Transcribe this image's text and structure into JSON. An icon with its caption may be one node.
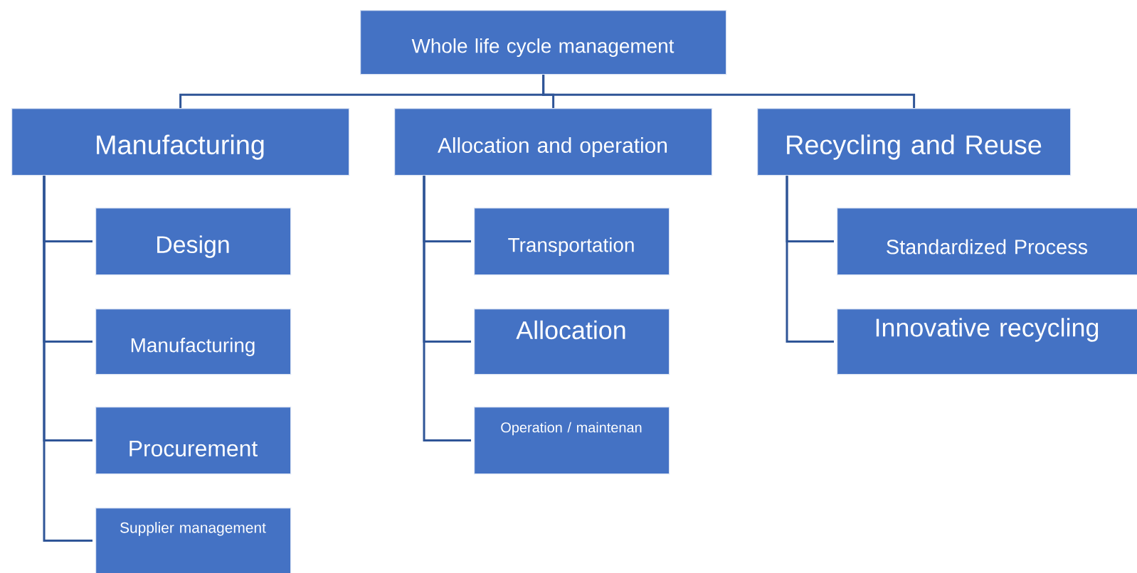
{
  "diagram": {
    "nodes": [
      {
        "text": [
          "Whole life cycle management"
        ]
      },
      {
        "text": [
          "Manufacturing"
        ]
      },
      {
        "text": [
          "Allocation and operation"
        ]
      },
      {
        "text": [
          "Recycling and Reuse"
        ]
      },
      {
        "text": [
          "Design"
        ]
      },
      {
        "text": [
          "Manufacturing"
        ]
      },
      {
        "text": [
          "Procurement"
        ]
      },
      {
        "text": [
          "Supplier management"
        ]
      },
      {
        "text": [
          "Transportation"
        ]
      },
      {
        "text": [
          "Allocation"
        ]
      },
      {
        "text": [
          "Operation / maintenan"
        ]
      },
      {
        "text": [
          "Standardized Process"
        ]
      },
      {
        "text": [
          "Innovative recycling"
        ]
      }
    ],
    "edges": [
      {
        "from": 0,
        "to": 1,
        "arrow": "none"
      },
      {
        "from": 0,
        "to": 2,
        "arrow": "none"
      },
      {
        "from": 0,
        "to": 3,
        "arrow": "none"
      },
      {
        "from": 1,
        "to": 4,
        "arrow": "none"
      },
      {
        "from": 1,
        "to": 5,
        "arrow": "none"
      },
      {
        "from": 1,
        "to": 6,
        "arrow": "none"
      },
      {
        "from": 1,
        "to": 7,
        "arrow": "none"
      },
      {
        "from": 2,
        "to": 8,
        "arrow": "none"
      },
      {
        "from": 2,
        "to": 9,
        "arrow": "none"
      },
      {
        "from": 2,
        "to": 10,
        "arrow": "none"
      },
      {
        "from": 3,
        "to": 11,
        "arrow": "none"
      },
      {
        "from": 3,
        "to": 12,
        "arrow": "none"
      }
    ]
  }
}
